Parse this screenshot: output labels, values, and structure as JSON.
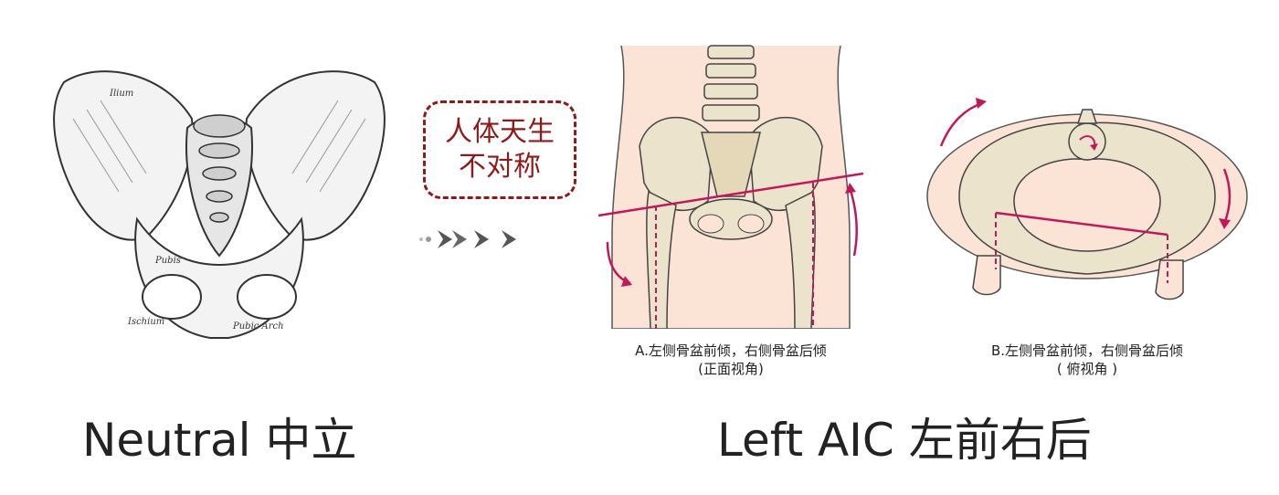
{
  "neutral_figure": {
    "bone_labels": [
      "Ilium",
      "Pubis",
      "Ischium",
      "Pubic Arch"
    ]
  },
  "badge": {
    "line1": "人体天生",
    "line2": "不对称"
  },
  "caption_a": {
    "line1": "A.左侧骨盆前倾，右侧骨盆后倾",
    "line2": "(正面视角)"
  },
  "caption_b": {
    "line1": "B.左侧骨盆前倾，右侧骨盆后倾",
    "line2": "( 俯视角 )"
  },
  "labels": {
    "neutral": "Neutral 中立",
    "left_aic": "Left AIC 左前右后"
  },
  "colors": {
    "accent": "#c2185b",
    "badge_border": "#8e1a1a",
    "bone_fill": "#ece3cc",
    "skin_fill": "#fbe4d6"
  },
  "icons": [
    "double-arrow-icon",
    "rotation-arrow-icon"
  ]
}
